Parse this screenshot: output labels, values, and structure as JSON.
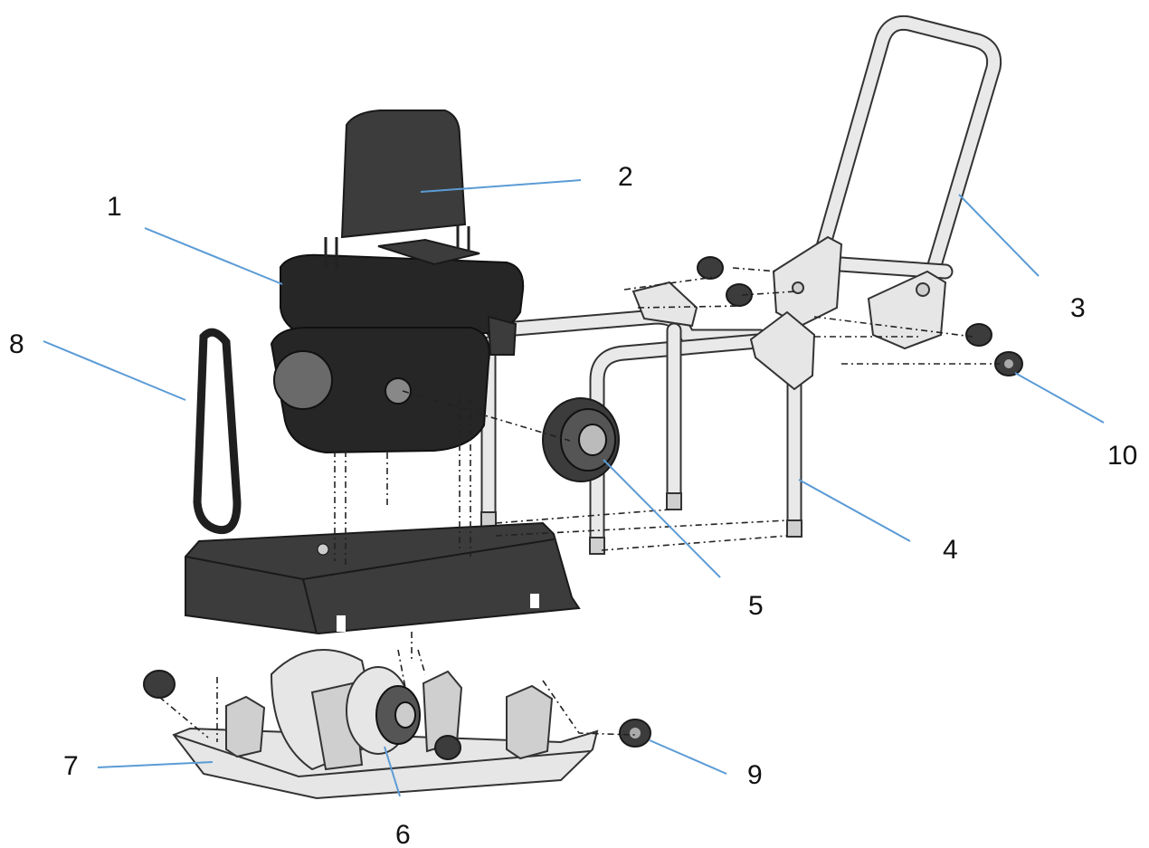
{
  "diagram": {
    "parts": [
      {
        "number": "1",
        "icon": "engine-icon"
      },
      {
        "number": "2",
        "icon": "belt-guard-icon"
      },
      {
        "number": "3",
        "icon": "handle-icon"
      },
      {
        "number": "4",
        "icon": "frame-icon"
      },
      {
        "number": "5",
        "icon": "pulley-icon"
      },
      {
        "number": "6",
        "icon": "exciter-icon"
      },
      {
        "number": "7",
        "icon": "base-plate-icon"
      },
      {
        "number": "8",
        "icon": "v-belt-icon"
      },
      {
        "number": "9",
        "icon": "rubber-mount-icon"
      },
      {
        "number": "10",
        "icon": "rubber-mount-icon"
      }
    ],
    "colors": {
      "leader": "#5b9bd5",
      "part_dark": "#3c3c3c",
      "part_light": "#e6e6e6"
    }
  }
}
